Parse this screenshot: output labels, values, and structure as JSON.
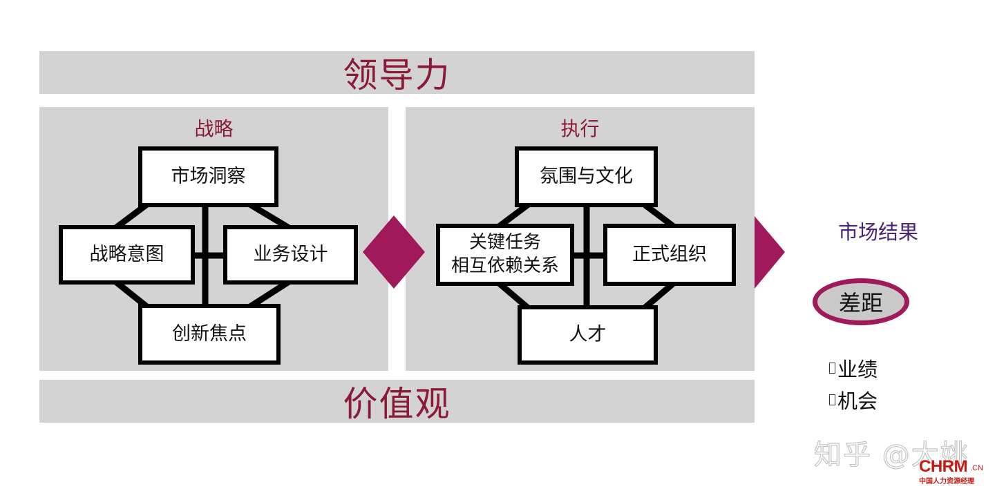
{
  "leadership": "领导力",
  "values": "价值观",
  "strategy": {
    "title": "战略",
    "top": "市场洞察",
    "left": "战略意图",
    "right": "业务设计",
    "bottom": "创新焦点"
  },
  "execution": {
    "title": "执行",
    "top": "氛围与文化",
    "left_line1": "关键任务",
    "left_line2": "相互依赖关系",
    "right": "正式组织",
    "bottom": "人才"
  },
  "market_result": "市场结果",
  "gap": "差距",
  "bullets": [
    "业绩",
    "机会"
  ],
  "watermark": "知乎 @大姚",
  "logo": {
    "main": "CHRM",
    "suffix": ".CN",
    "tagline": "中国人力资源经理"
  },
  "colors": {
    "accent": "#8b1a3a",
    "arrow": "#a0195a",
    "panel": "#d3d3d3",
    "market_title": "#4a2378"
  }
}
